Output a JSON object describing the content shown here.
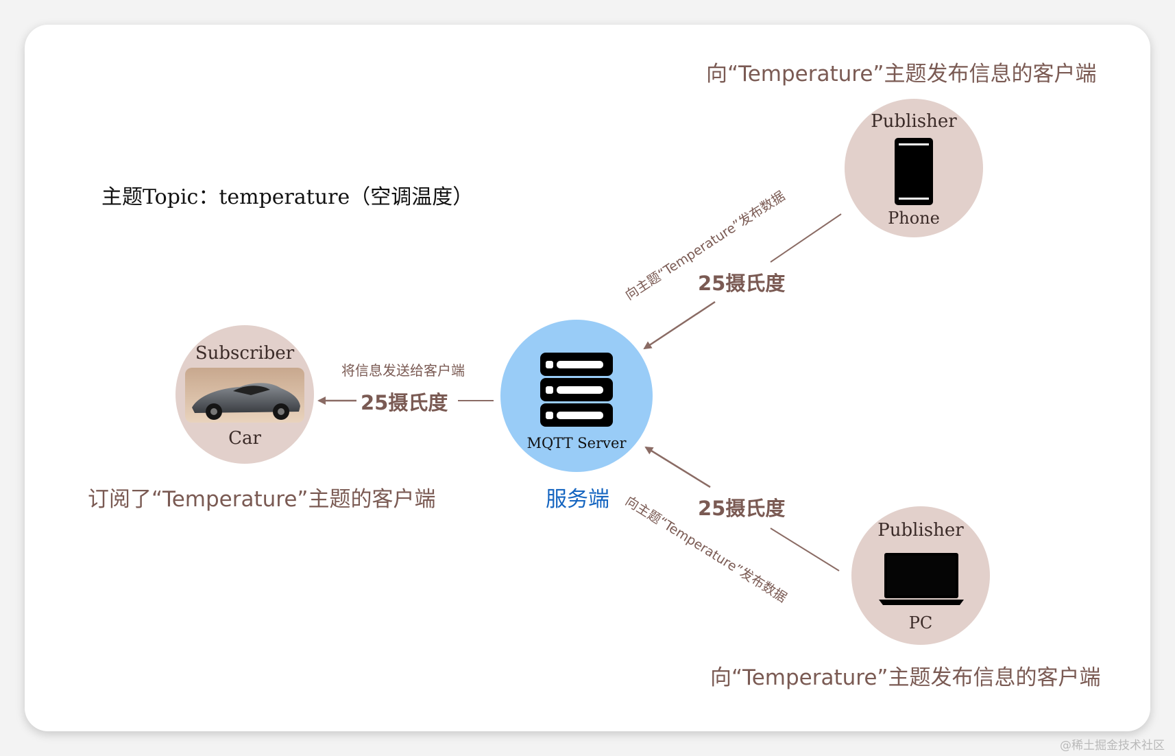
{
  "topic_label": "主题Topic：temperature（空调温度）",
  "subscriber": {
    "role": "Subscriber",
    "device": "Car",
    "caption": "订阅了“Temperature”主题的客户端"
  },
  "server": {
    "name": "MQTT Server",
    "caption": "服务端"
  },
  "publisher_phone": {
    "role": "Publisher",
    "device": "Phone",
    "caption": "向“Temperature”主题发布信息的客户端"
  },
  "publisher_pc": {
    "role": "Publisher",
    "device": "PC",
    "caption": "向“Temperature”主题发布信息的客户端"
  },
  "edges": {
    "to_subscriber_note": "将信息发送给客户端",
    "to_subscriber_value": "25摄氏度",
    "from_phone_note": "向主题“Temperature”发布数据",
    "from_phone_value": "25摄氏度",
    "from_pc_note": "向主题“Temperature”发布数据",
    "from_pc_value": "25摄氏度"
  },
  "watermark": "@稀土掘金技术社区",
  "colors": {
    "node_fill": "#e2d0cb",
    "server_fill": "#99ccf7",
    "edge": "#8a6b64",
    "caption_text": "#7a5a53",
    "server_caption": "#1565c0"
  },
  "icons": {
    "server": "server-rack-icon",
    "phone": "smartphone-icon",
    "pc": "laptop-icon",
    "car": "sports-car-image"
  }
}
